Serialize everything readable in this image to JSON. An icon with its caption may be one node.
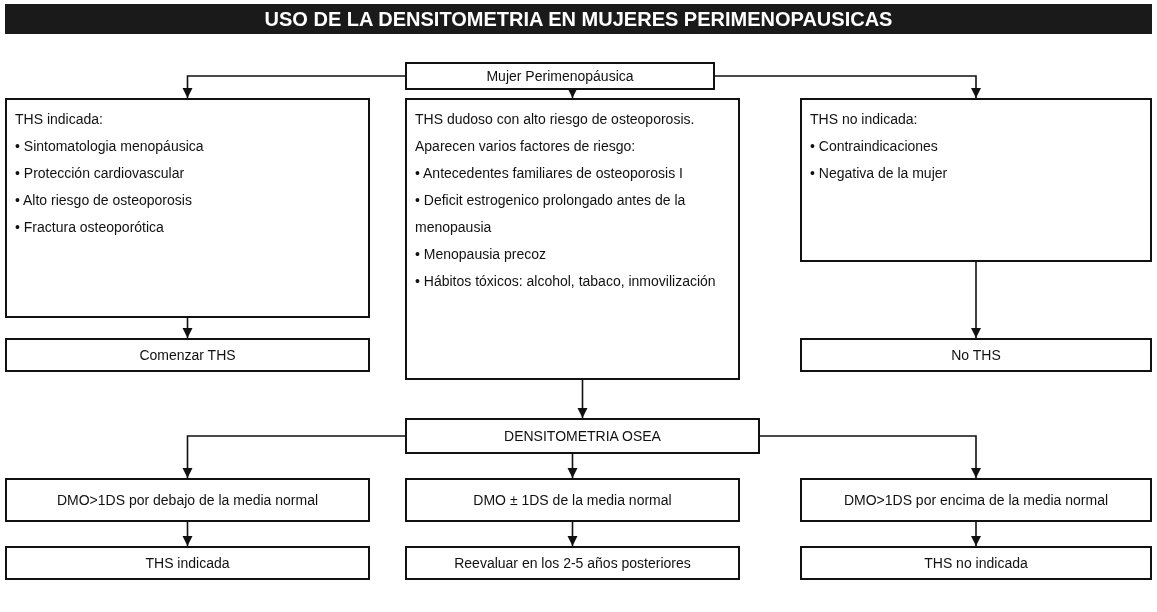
{
  "diagram": {
    "title": "USO DE LA DENSITOMETRIA EN MUJERES PERIMENOPAUSICAS",
    "nodes": [
      {
        "text": [
          "Mujer Perimenopáusica"
        ]
      },
      {
        "text": [
          "THS indicada:",
          "• Sintomatologia menopáusica",
          "• Protección cardiovascular",
          "• Alto riesgo de osteoporosis",
          "• Fractura osteoporótica"
        ]
      },
      {
        "text": [
          "THS dudoso con alto riesgo de osteoporosis. Aparecen varios factores de riesgo:",
          "• Antecedentes familiares de osteoporosis I",
          "• Deficit estrogenico prolongado antes de la menopausia",
          "• Menopausia precoz",
          "• Hábitos tóxicos: alcohol, tabaco, inmovilización"
        ]
      },
      {
        "text": [
          "THS no indicada:",
          "• Contraindicaciones",
          "• Negativa de la mujer"
        ]
      },
      {
        "text": [
          "Comenzar THS"
        ]
      },
      {
        "text": [
          "No THS"
        ]
      },
      {
        "text": [
          "DENSITOMETRIA OSEA"
        ]
      },
      {
        "text": [
          "DMO>1DS por debajo de la media normal"
        ]
      },
      {
        "text": [
          "DMO ± 1DS de la media normal"
        ]
      },
      {
        "text": [
          "DMO>1DS por encima de la media normal"
        ]
      },
      {
        "text": [
          "THS indicada"
        ]
      },
      {
        "text": [
          "Reevaluar en los 2-5 años posteriores"
        ]
      },
      {
        "text": [
          "THS no indicada"
        ]
      }
    ],
    "edges": [
      {
        "from": 0,
        "to": 1,
        "arrow": "to"
      },
      {
        "from": 0,
        "to": 2,
        "arrow": "to"
      },
      {
        "from": 0,
        "to": 3,
        "arrow": "to"
      },
      {
        "from": 1,
        "to": 4,
        "arrow": "to"
      },
      {
        "from": 3,
        "to": 5,
        "arrow": "to"
      },
      {
        "from": 2,
        "to": 6,
        "arrow": "to"
      },
      {
        "from": 6,
        "to": 7,
        "arrow": "to"
      },
      {
        "from": 6,
        "to": 8,
        "arrow": "to"
      },
      {
        "from": 6,
        "to": 9,
        "arrow": "to"
      },
      {
        "from": 7,
        "to": 10,
        "arrow": "to"
      },
      {
        "from": 8,
        "to": 11,
        "arrow": "to"
      },
      {
        "from": 9,
        "to": 12,
        "arrow": "to"
      }
    ]
  }
}
